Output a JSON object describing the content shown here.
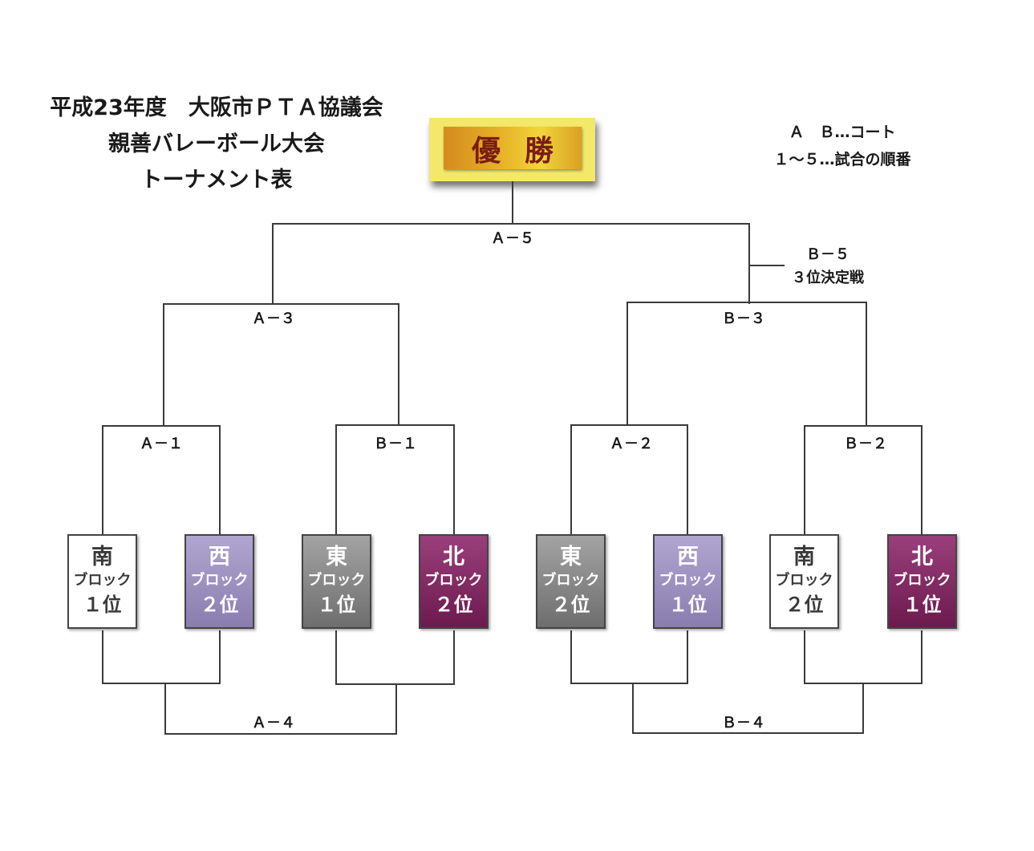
{
  "title": {
    "line1": "平成23年度　大阪市ＰＴＡ協議会",
    "line2": "親善バレーボール大会",
    "line3": "トーナメント表"
  },
  "legend": {
    "line1": "Ａ　Ｂ…コート",
    "line2": "１～５…試合の順番"
  },
  "champion": {
    "label": "優勝"
  },
  "matches": {
    "A5": "Ａ－５",
    "B5": "Ｂ－５",
    "B5_note": "３位決定戦",
    "A3": "Ａ－３",
    "B3": "Ｂ－３",
    "A1": "Ａ－１",
    "B1": "Ｂ－１",
    "A2": "Ａ－２",
    "B2": "Ｂ－２",
    "A4": "Ａ－４",
    "B4": "Ｂ－４"
  },
  "teams": [
    {
      "block": "南",
      "suffix": "ブロック",
      "rank": "１位",
      "color": "#ffffff"
    },
    {
      "block": "西",
      "suffix": "ブロック",
      "rank": "２位",
      "color": "#9c91c2"
    },
    {
      "block": "東",
      "suffix": "ブロック",
      "rank": "１位",
      "color": "#8a8a8a"
    },
    {
      "block": "北",
      "suffix": "ブロック",
      "rank": "２位",
      "color": "#842c64"
    },
    {
      "block": "東",
      "suffix": "ブロック",
      "rank": "２位",
      "color": "#8a8a8a"
    },
    {
      "block": "西",
      "suffix": "ブロック",
      "rank": "１位",
      "color": "#9c91c2"
    },
    {
      "block": "南",
      "suffix": "ブロック",
      "rank": "２位",
      "color": "#ffffff"
    },
    {
      "block": "北",
      "suffix": "ブロック",
      "rank": "１位",
      "color": "#842c64"
    }
  ]
}
